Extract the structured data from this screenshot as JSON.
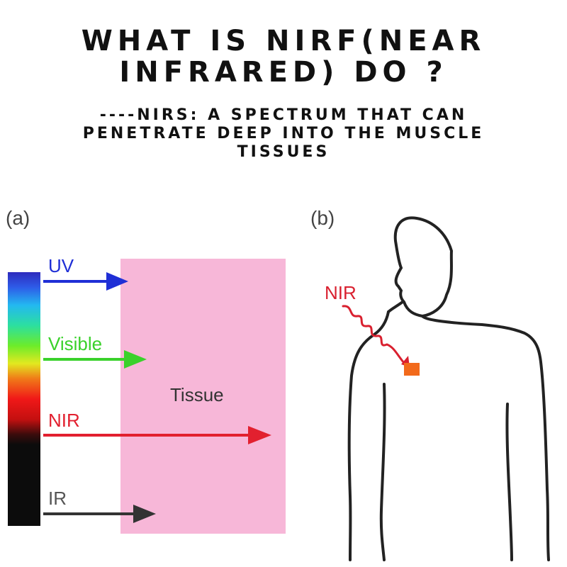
{
  "header": {
    "title_line1": "WHAT IS NIRF(NEAR",
    "title_line2": "INFRARED) DO ?",
    "subtitle_line1": "----NIRS: A SPECTRUM THAT CAN",
    "subtitle_line2": "PENETRATE DEEP INTO THE MUSCLE",
    "subtitle_line3": "TISSUES"
  },
  "panel_a": {
    "label": "(a)",
    "tissue_label": "Tissue",
    "arrows": [
      {
        "label": "UV",
        "color": "#1f2fd6"
      },
      {
        "label": "Visible",
        "color": "#3ad12b"
      },
      {
        "label": "NIR",
        "color": "#e2202f"
      },
      {
        "label": "IR",
        "color": "#333333"
      }
    ],
    "tissue_color": "#f7b7d8"
  },
  "panel_b": {
    "label": "(b)",
    "nir_label": "NIR",
    "wave_color": "#d9202f",
    "target_color": "#f26a1b"
  }
}
